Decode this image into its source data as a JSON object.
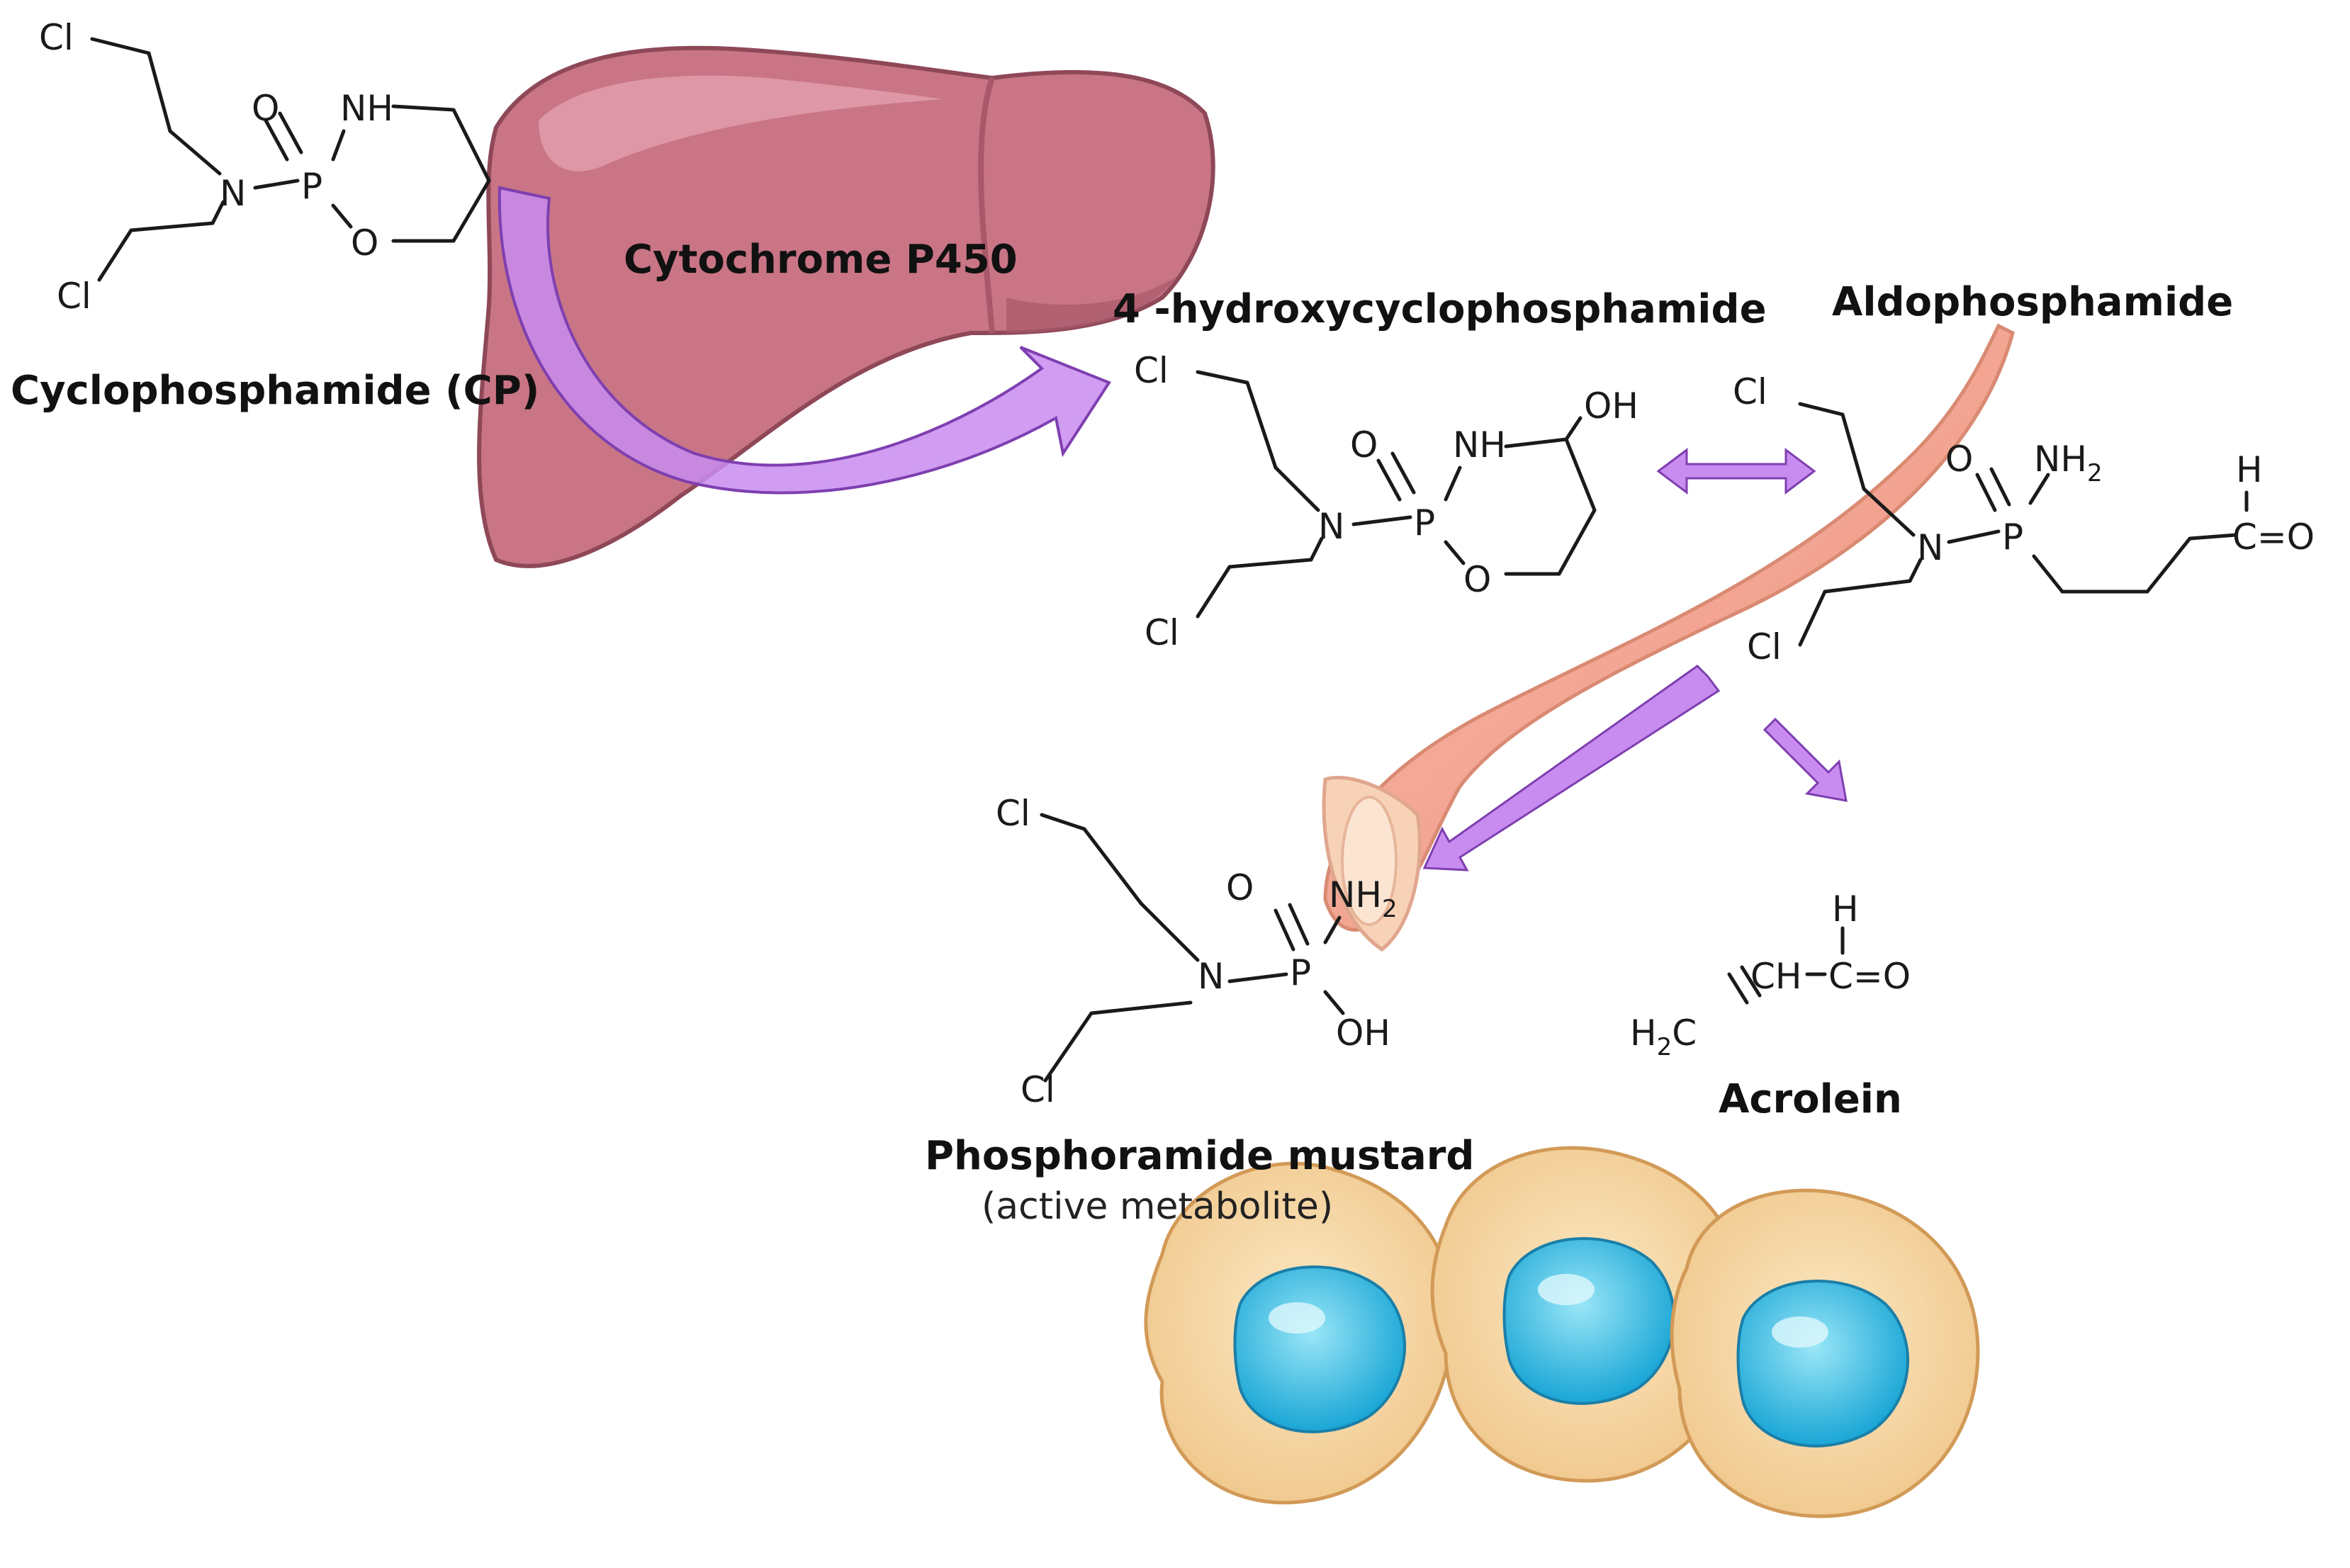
{
  "labels": {
    "cyclophosphamide": "Cyclophosphamide (CP)",
    "cytochrome": "Cytochrome P450",
    "hydroxy": "4 -hydroxycyclophosphamide",
    "aldophosphamide": "Aldophosphamide",
    "phosphoramide": "Phosphoramide mustard",
    "phosphoramide_note": "(active metabolite)",
    "acrolein": "Acrolein"
  },
  "atoms": {
    "cl": "Cl",
    "n": "N",
    "p": "P",
    "o": "O",
    "nh": "NH",
    "oh": "OH",
    "nh2": "NH",
    "two": "2",
    "h": "H",
    "ceo": "C=O",
    "h2c": "H",
    "ch": "CH",
    "c": "C"
  },
  "colors": {
    "liver": "#c97585",
    "liver_dark": "#a8586a",
    "arrow": "#c88cf0",
    "arrow_stroke": "#7e3fb0",
    "vessel": "#f4a595",
    "vessel_wall": "#f7d2b6",
    "cell": "#f7d7a0",
    "nucleus": "#28b6e0"
  }
}
